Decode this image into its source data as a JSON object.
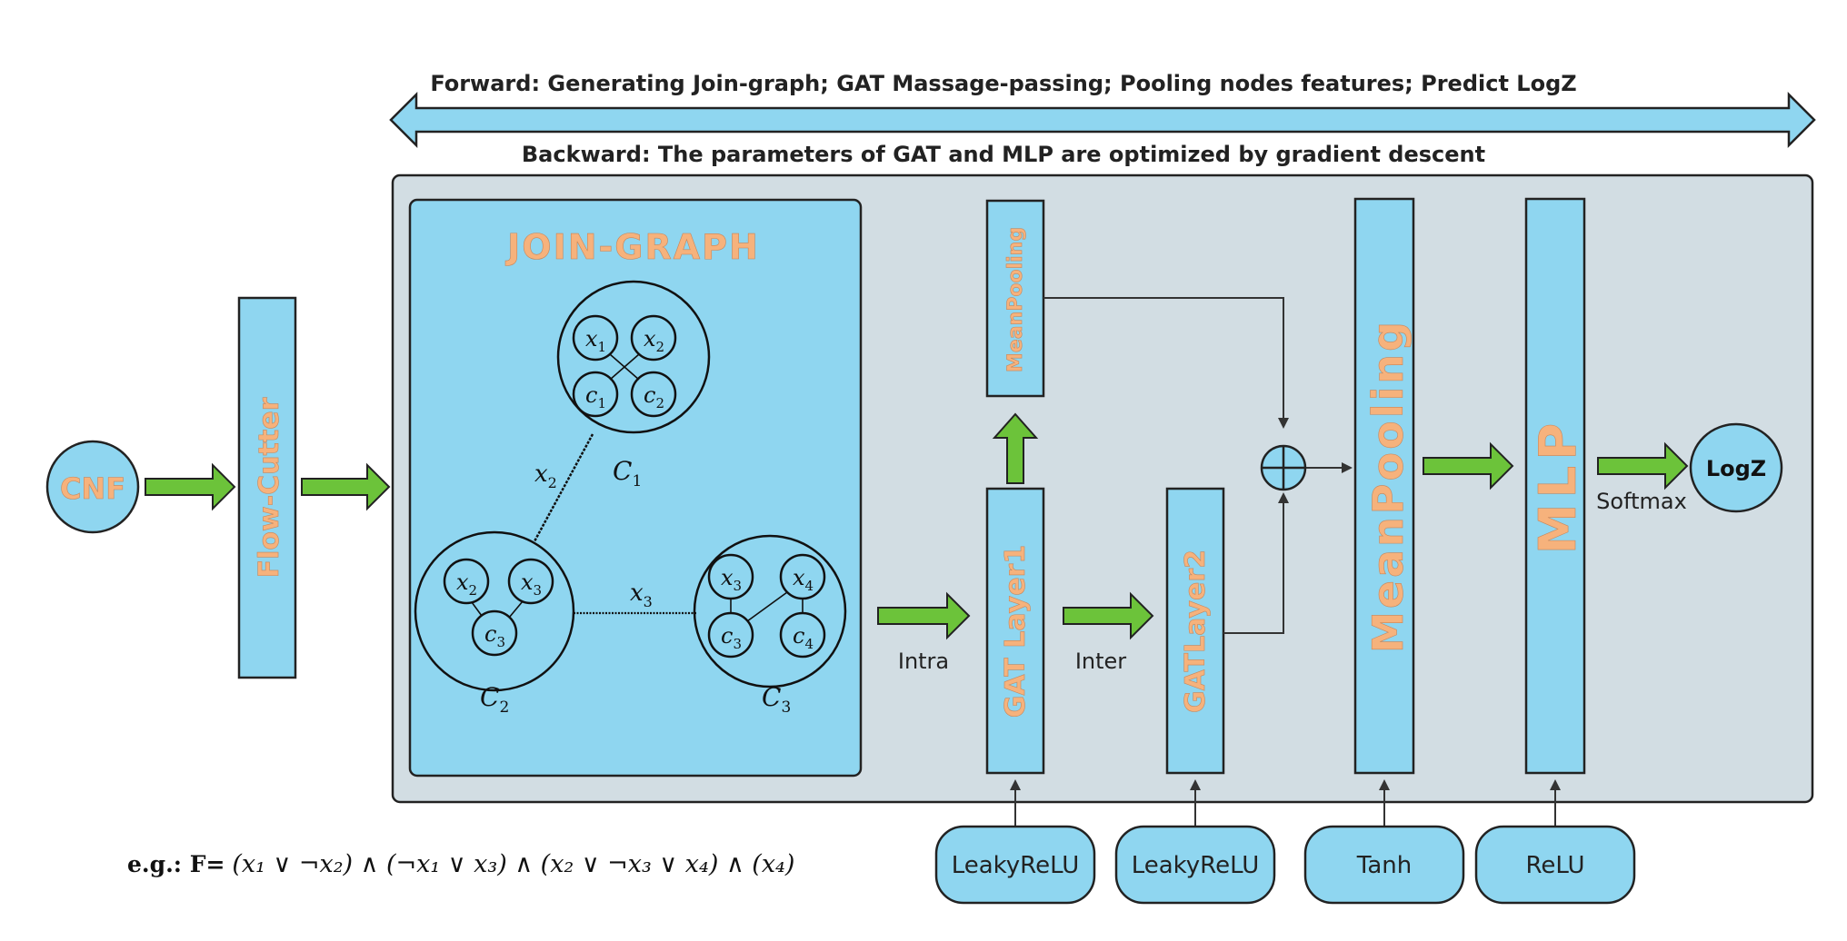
{
  "header": {
    "forward": "Forward: Generating Join-graph; GAT Massage-passing; Pooling nodes features;  Predict LogZ",
    "backward": "Backward: The parameters of GAT and MLP are optimized by gradient descent"
  },
  "nodes": {
    "cnf": "CNF",
    "flow_cutter": "Flow-Cutter",
    "join_graph_title": "JOIN-GRAPH",
    "mean_pooling_small": "MeanPooling",
    "gat_layer1": "GAT Layer1",
    "gat_layer2": "GATLayer2",
    "mean_pooling_big": "MeanPooling",
    "mlp": "MLP",
    "logz": "LogZ"
  },
  "edge_labels": {
    "intra": "Intra",
    "inter": "Inter",
    "softmax": "Softmax"
  },
  "activations": [
    "LeakyReLU",
    "LeakyReLU",
    "Tanh",
    "ReLU"
  ],
  "graph": {
    "clusters": [
      "C",
      "C",
      "C"
    ],
    "cluster_subscripts": [
      "1",
      "2",
      "3"
    ],
    "cluster1": {
      "x1": "x",
      "x1s": "1",
      "x2": "x",
      "x2s": "2",
      "c1": "c",
      "c1s": "1",
      "c2": "c",
      "c2s": "2"
    },
    "cluster2": {
      "x2": "x",
      "x2s": "2",
      "x3": "x",
      "x3s": "3",
      "c3": "c",
      "c3s": "3"
    },
    "cluster3": {
      "x3": "x",
      "x3s": "3",
      "x4": "x",
      "x4s": "4",
      "c3": "c",
      "c3s": "3",
      "c4": "c",
      "c4s": "4"
    },
    "sep12": "x",
    "sep12s": "2",
    "sep23": "x",
    "sep23s": "3"
  },
  "formula": {
    "prefix": "e.g.: F=",
    "body": "(x₁ ∨ ¬x₂) ∧ (¬x₁ ∨ x₃) ∧ (x₂ ∨ ¬x₃ ∨ x₄) ∧ (x₄)"
  },
  "colors": {
    "panel": "#d2dde3",
    "box": "#8fd6f0",
    "green_arrow": "#6cc33a",
    "orange_text": "#f6b27c"
  }
}
